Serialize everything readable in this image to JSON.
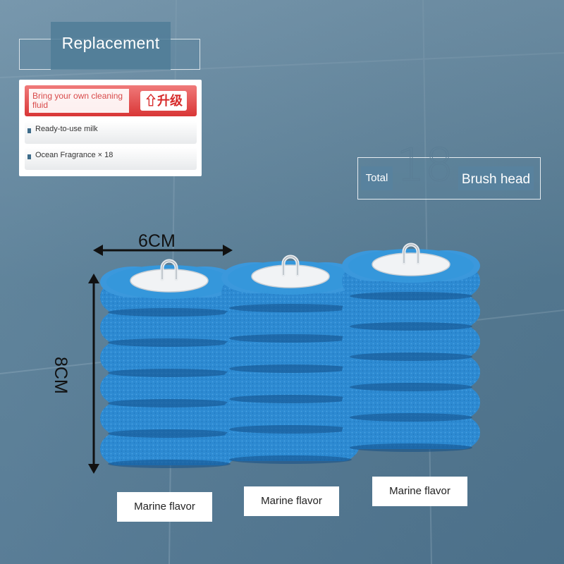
{
  "replacement": {
    "title": "Replacement"
  },
  "options": {
    "featured": {
      "text": "Bring your own cleaning fluid",
      "badge": "⇧升级"
    },
    "items": [
      {
        "text": "Ready-to-use milk"
      },
      {
        "text": "Ocean Fragrance × 18"
      }
    ]
  },
  "total": {
    "label": "Total",
    "number": "18",
    "unit": "Brush head"
  },
  "dimensions": {
    "width": "6CM",
    "height": "8CM"
  },
  "stacks": [
    {
      "caption": "Marine flavor",
      "discs": 6
    },
    {
      "caption": "Marine flavor",
      "discs": 6
    },
    {
      "caption": "Marine flavor",
      "discs": 6
    }
  ],
  "colors": {
    "sponge": "#2e8fd6",
    "sponge_dark": "#1b6fb4",
    "wall": "#5a7f97",
    "badge_red": "#d93636"
  }
}
